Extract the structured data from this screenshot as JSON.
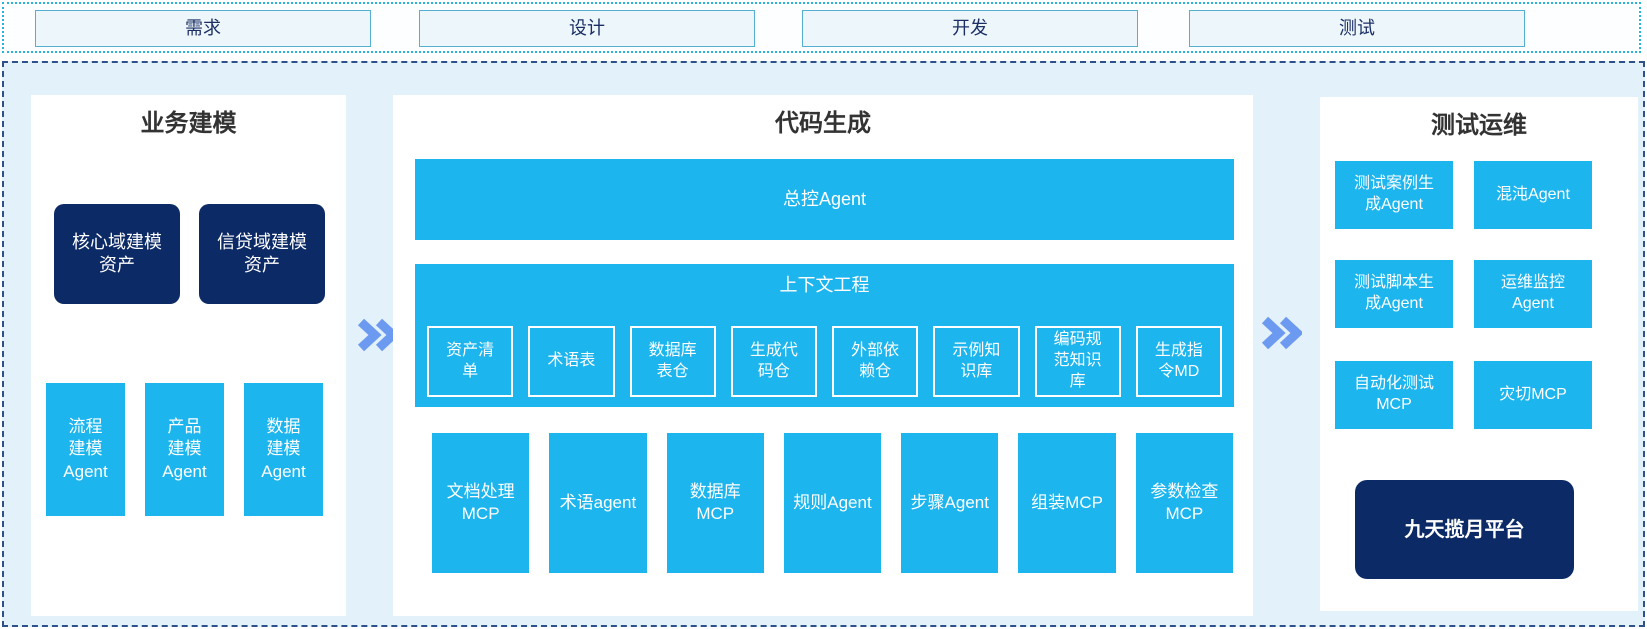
{
  "diagram": {
    "phases": [
      {
        "label": "需求"
      },
      {
        "label": "设计"
      },
      {
        "label": "开发"
      },
      {
        "label": "测试"
      }
    ],
    "business": {
      "title": "业务建模",
      "assets": [
        {
          "label": "核心域建模\n资产"
        },
        {
          "label": "信贷域建模\n资产"
        }
      ],
      "agents": [
        {
          "label": "流程\n建模\nAgent"
        },
        {
          "label": "产品\n建模\nAgent"
        },
        {
          "label": "数据\n建模\nAgent"
        }
      ]
    },
    "codegen": {
      "title": "代码生成",
      "master_agent": "总控Agent",
      "context": {
        "title": "上下文工程",
        "items": [
          {
            "label": "资产清\n单"
          },
          {
            "label": "术语表"
          },
          {
            "label": "数据库\n表仓"
          },
          {
            "label": "生成代\n码仓"
          },
          {
            "label": "外部依\n赖仓"
          },
          {
            "label": "示例知\n识库"
          },
          {
            "label": "编码规\n范知识\n库"
          },
          {
            "label": "生成指\n令MD"
          }
        ]
      },
      "mcp_row": [
        {
          "label": "文档处理\nMCP"
        },
        {
          "label": "术语agent"
        },
        {
          "label": "数据库\nMCP"
        },
        {
          "label": "规则Agent"
        },
        {
          "label": "步骤Agent"
        },
        {
          "label": "组装MCP"
        },
        {
          "label": "参数检查\nMCP"
        }
      ]
    },
    "testops": {
      "title": "测试运维",
      "boxes": [
        {
          "label": "测试案例生\n成Agent"
        },
        {
          "label": "混沌Agent"
        },
        {
          "label": "测试脚本生\n成Agent"
        },
        {
          "label": "运维监控\nAgent"
        },
        {
          "label": "自动化测试\nMCP"
        },
        {
          "label": "灾切MCP"
        }
      ],
      "platform": {
        "label": "九天揽月平台"
      }
    },
    "icons": {
      "flow_arrow": "double-chevron-right"
    },
    "colors": {
      "cyan": "#1DB5EE",
      "navy": "#0C2A66",
      "chevron_blue": "#6D9AF1",
      "panel_bg": "#FFFFFF",
      "canvas_bg": "#E3F1FA",
      "phase_box_bg": "#EDF6FA",
      "phase_box_border": "#54AFD0",
      "phase_text": "#1B2F66",
      "dotted_border": "#29B2DB",
      "dashed_border": "#2D5188",
      "title_text": "#333333"
    }
  }
}
